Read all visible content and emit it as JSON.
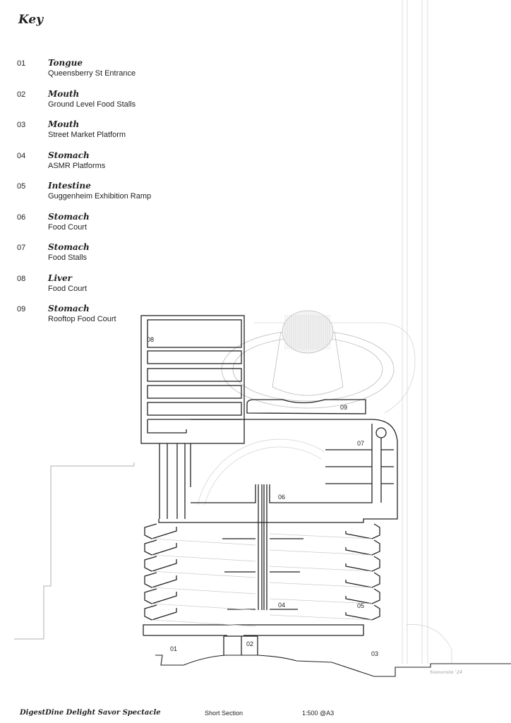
{
  "key": {
    "title": "Key",
    "items": [
      {
        "num": "01",
        "name": "Tongue",
        "desc": "Queensberry St Entrance"
      },
      {
        "num": "02",
        "name": "Mouth",
        "desc": "Ground Level Food Stalls"
      },
      {
        "num": "03",
        "name": "Mouth",
        "desc": "Street Market Platform"
      },
      {
        "num": "04",
        "name": "Stomach",
        "desc": "ASMR Platforms"
      },
      {
        "num": "05",
        "name": "Intestine",
        "desc": "Guggenheim Exhibition Ramp"
      },
      {
        "num": "06",
        "name": "Stomach",
        "desc": "Food Court"
      },
      {
        "num": "07",
        "name": "Stomach",
        "desc": "Food Stalls"
      },
      {
        "num": "08",
        "name": "Liver",
        "desc": "Food Court"
      },
      {
        "num": "09",
        "name": "Stomach",
        "desc": "Rooftop Food Court"
      }
    ]
  },
  "drawing": {
    "labels": {
      "l01": "01",
      "l02": "02",
      "l03": "03",
      "l04": "04",
      "l05": "05",
      "l06": "06",
      "l07": "07",
      "l08": "08",
      "l09": "09"
    },
    "signature": "Souverain '24"
  },
  "footer": {
    "title": "DigestDine Delight Savor Spectacle",
    "drawing_type": "Short Section",
    "scale": "1:500 @A3"
  }
}
